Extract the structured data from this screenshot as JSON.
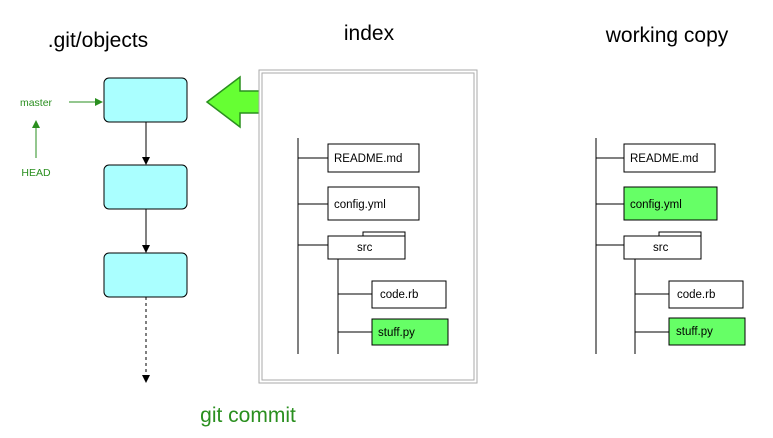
{
  "headings": {
    "objects": ".git/objects",
    "index": "index",
    "working": "working copy"
  },
  "refs": {
    "master": "master",
    "head": "HEAD"
  },
  "index_tree": {
    "readme": "README.md",
    "config": "config.yml",
    "src": "src",
    "code": "code.rb",
    "stuff": "stuff.py"
  },
  "working_tree": {
    "readme": "README.md",
    "config": "config.yml",
    "src": "src",
    "code": "code.rb",
    "stuff": "stuff.py"
  },
  "caption": "git commit",
  "colors": {
    "commit_fill": "#aaffff",
    "modified_fill": "#66ff66",
    "accent_green": "#2a8f1f",
    "arrow_fill": "#66ff33"
  }
}
